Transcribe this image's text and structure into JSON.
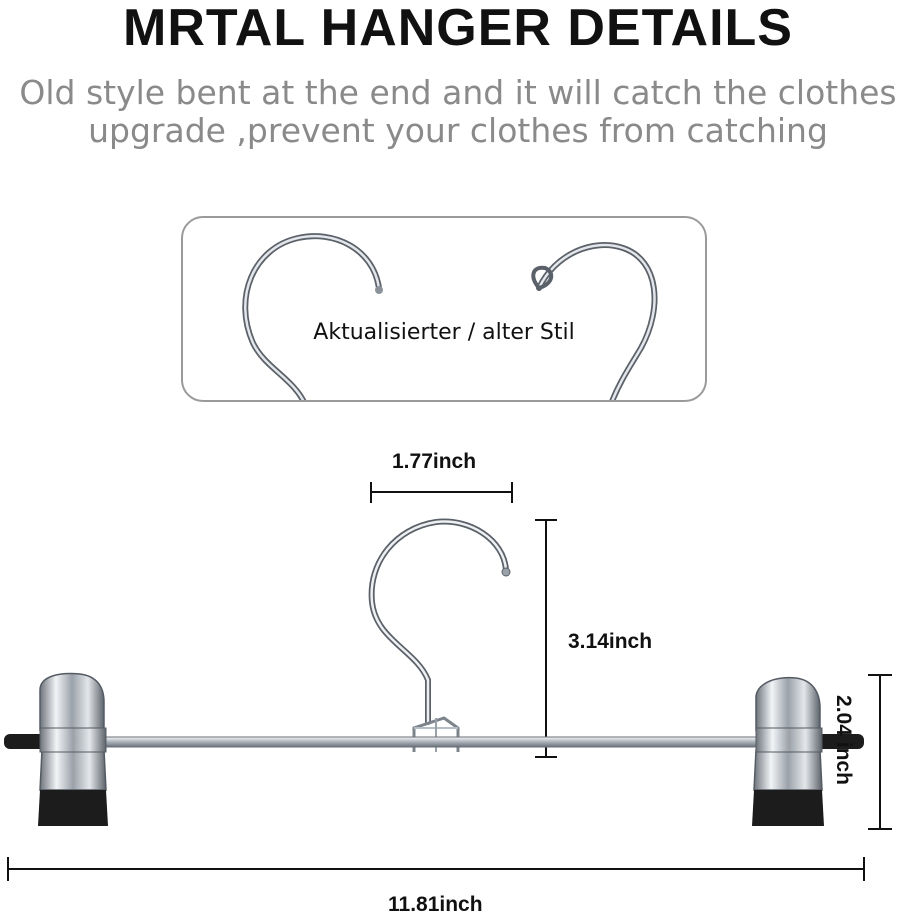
{
  "header": {
    "title": "MRTAL HANGER DETAILS",
    "subtitle_line1": "Old style bent at the end and it will catch the clothes",
    "subtitle_line2": "upgrade ,prevent your clothes from catching"
  },
  "comparison": {
    "label": "Aktualisierter / alter Stil"
  },
  "dimensions": {
    "hook_width": "1.77inch",
    "hook_height": "3.14inch",
    "clip_height": "2.04 inch",
    "total_length": "11.81inch"
  },
  "colors": {
    "metal": "#c9ced4",
    "metal_dark": "#5b6169",
    "grip": "#1c1c1c",
    "text_gray": "#8a8a8a",
    "box_border": "#9a9a9a"
  }
}
